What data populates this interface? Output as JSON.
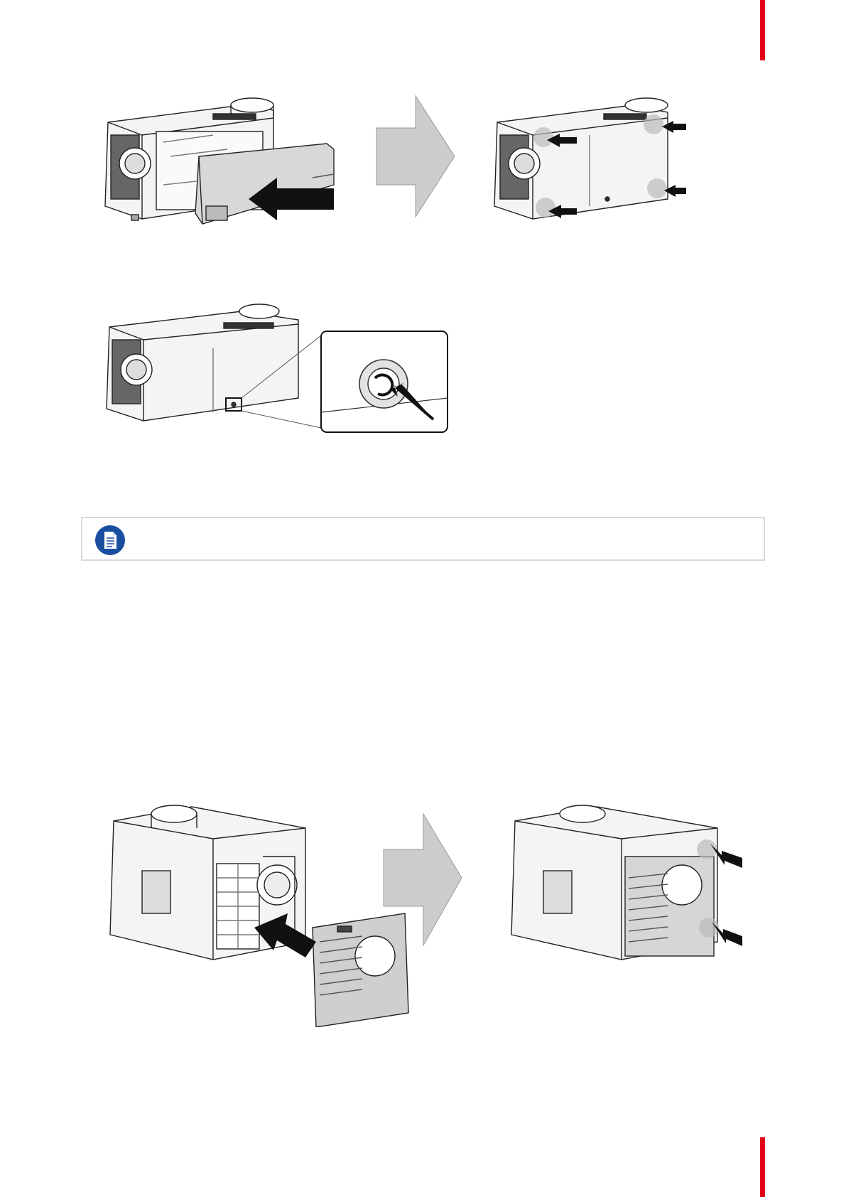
{
  "page": {
    "accent_color": "#e3001b",
    "note_icon_color": "#1a4fa0"
  },
  "figures": [
    {
      "icon": "projector-side-cover-mount-illustration"
    },
    {
      "icon": "projector-cover-fixing-screw-illustration"
    },
    {
      "icon": "projector-front-cover-mount-illustration"
    }
  ],
  "note": {
    "icon": "document-note-icon",
    "text": ""
  }
}
